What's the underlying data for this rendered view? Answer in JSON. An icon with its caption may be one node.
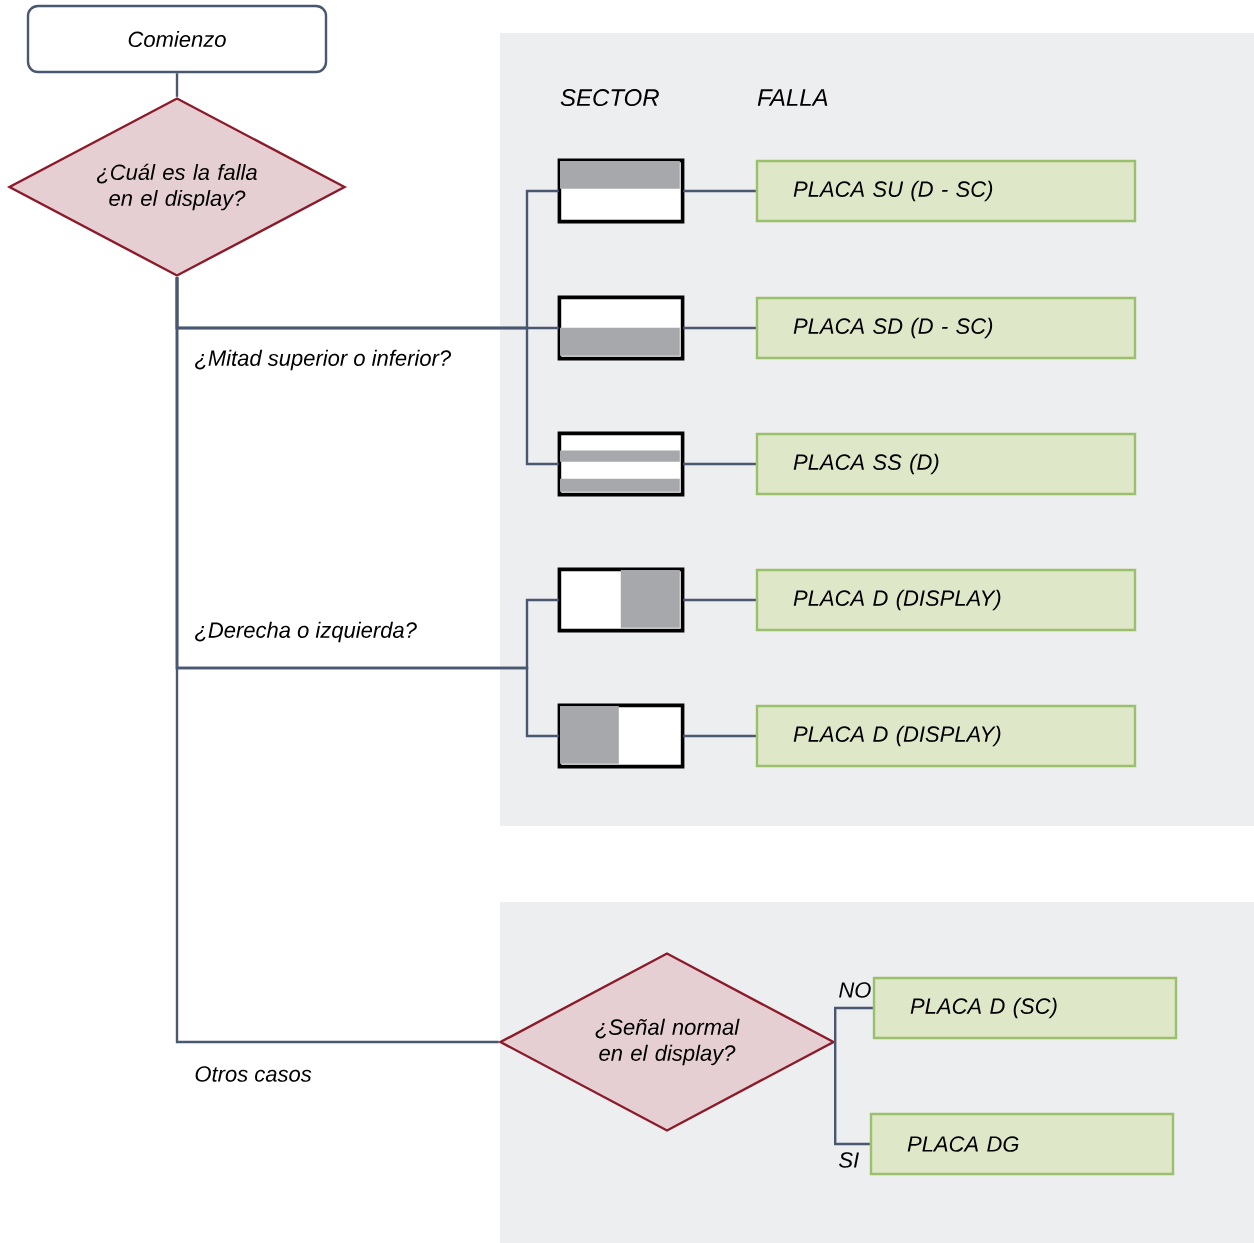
{
  "diagram": {
    "nodes": [
      {
        "text": [
          "Comienzo"
        ]
      },
      {
        "text": [
          "¿Cuál es la falla en el display?"
        ]
      },
      {
        "text": [
          "SECTOR",
          "FALLA"
        ]
      },
      {
        "text": [],
        "shape": "box",
        "in": 2
      },
      {
        "text": [],
        "shape": "box",
        "in": 2
      },
      {
        "text": [],
        "shape": "box",
        "in": 2
      },
      {
        "text": [],
        "shape": "box",
        "in": 2
      },
      {
        "text": [],
        "shape": "box",
        "in": 2
      },
      {
        "text": [
          "PLACA SU (D - SC)"
        ],
        "in": 2
      },
      {
        "text": [
          "PLACA SD (D - SC)"
        ],
        "in": 2
      },
      {
        "text": [
          "PLACA SS (D)"
        ],
        "in": 2
      },
      {
        "text": [
          "PLACA D (DISPLAY)"
        ],
        "in": 2
      },
      {
        "text": [
          "PLACA D (DISPLAY)"
        ],
        "in": 2
      },
      {
        "text": [],
        "shape": "box"
      },
      {
        "text": [
          "¿Señal normal en el display?"
        ],
        "in": 13
      },
      {
        "text": [
          "PLACA D (SC)"
        ],
        "in": 13
      },
      {
        "text": [
          "PLACA DG"
        ],
        "in": 13
      }
    ],
    "edges": [
      {
        "from": 0,
        "to": 1,
        "arrow": "none"
      },
      {
        "from": 1,
        "to": 3,
        "arrow": "none"
      },
      {
        "from": 1,
        "to": 4,
        "arrow": "none",
        "label": "¿Mitad superior o inferior?"
      },
      {
        "from": 1,
        "to": 5,
        "arrow": "none"
      },
      {
        "from": 1,
        "to": 6,
        "arrow": "none",
        "label": "¿Derecha o izquierda?"
      },
      {
        "from": 1,
        "to": 7,
        "arrow": "none"
      },
      {
        "from": 1,
        "to": 14,
        "arrow": "none",
        "label": "Otros casos"
      },
      {
        "from": 3,
        "to": 8,
        "arrow": "none"
      },
      {
        "from": 4,
        "to": 9,
        "arrow": "none"
      },
      {
        "from": 5,
        "to": 10,
        "arrow": "none"
      },
      {
        "from": 6,
        "to": 11,
        "arrow": "none"
      },
      {
        "from": 7,
        "to": 12,
        "arrow": "none"
      },
      {
        "from": 14,
        "to": 15,
        "arrow": "none",
        "label": "NO"
      },
      {
        "from": 14,
        "to": 16,
        "arrow": "none",
        "label": "SI"
      }
    ]
  }
}
